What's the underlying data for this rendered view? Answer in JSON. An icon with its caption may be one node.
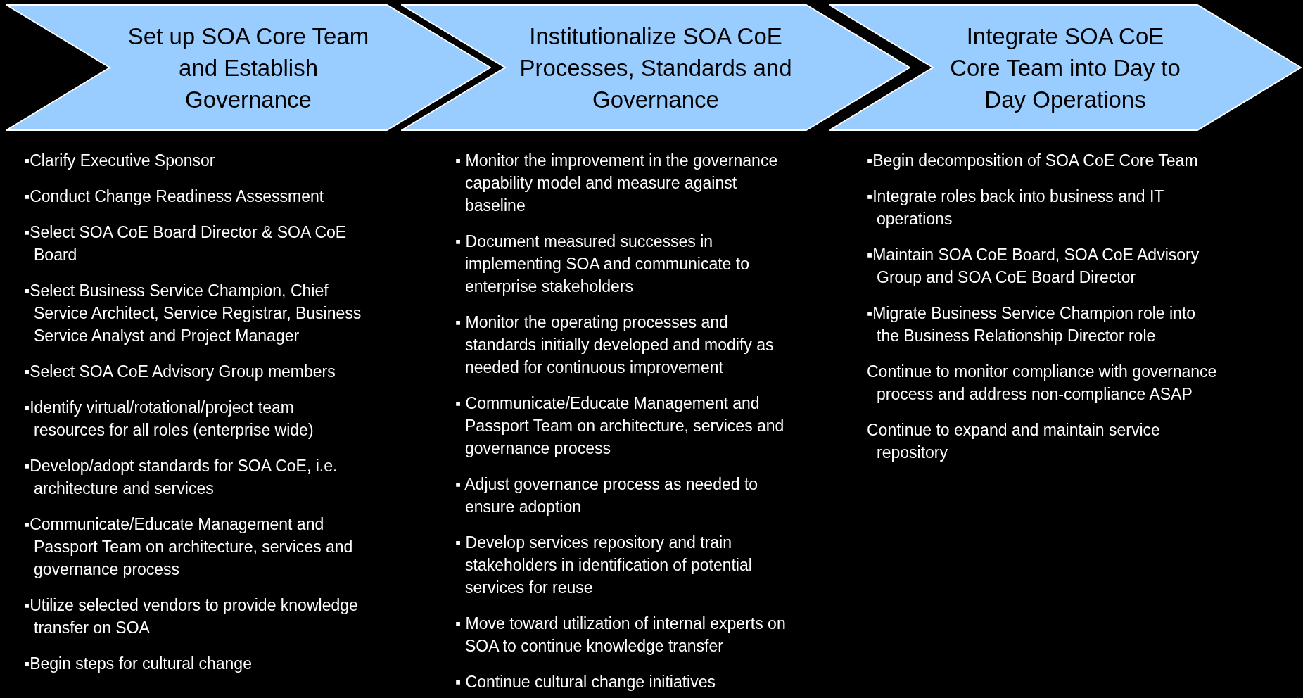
{
  "diagram": {
    "nodes": [
      {
        "text": [
          "Set up SOA Core Team and Establish Governance"
        ],
        "beside": [
          "▪Clarify Executive Sponsor",
          "▪Conduct Change Readiness Assessment",
          "▪Select SOA CoE Board Director & SOA CoE Board",
          "▪Select Business Service Champion, Chief Service Architect, Service Registrar, Business Service Analyst and Project Manager",
          "▪Select SOA CoE Advisory Group members",
          "▪Identify virtual/rotational/project team resources for all roles (enterprise wide)",
          "▪Develop/adopt standards for SOA CoE, i.e. architecture and services",
          "▪Communicate/Educate Management and Passport Team on architecture, services and governance process",
          "▪Utilize selected vendors to provide knowledge transfer on SOA",
          "▪Begin steps for cultural change"
        ]
      },
      {
        "text": [
          "Institutionalize SOA CoE Processes, Standards and Governance"
        ],
        "beside": [
          "▪ Monitor the improvement in the governance capability model and measure against baseline",
          "▪ Document measured successes in implementing SOA and communicate to enterprise stakeholders",
          "▪ Monitor the operating processes and standards initially developed and modify as needed for continuous improvement",
          "▪ Communicate/Educate Management and Passport Team on architecture, services and governance process",
          "▪ Adjust governance process as needed to ensure adoption",
          "▪ Develop services repository and train stakeholders in identification of potential services for reuse",
          "▪ Move toward utilization of internal experts on SOA to continue knowledge transfer",
          "▪ Continue cultural change initiatives"
        ]
      },
      {
        "text": [
          "Integrate SOA CoE Core Team into Day to Day Operations"
        ],
        "beside": [
          "▪Begin decomposition of SOA CoE Core Team",
          "▪Integrate roles back into business and IT operations",
          "▪Maintain SOA CoE Board, SOA CoE Advisory Group and SOA CoE Board Director",
          "▪Migrate Business Service Champion role into the Business Relationship Director role",
          "Continue to monitor compliance with governance process and address non-compliance ASAP",
          "Continue to expand and maintain service repository"
        ]
      }
    ]
  }
}
